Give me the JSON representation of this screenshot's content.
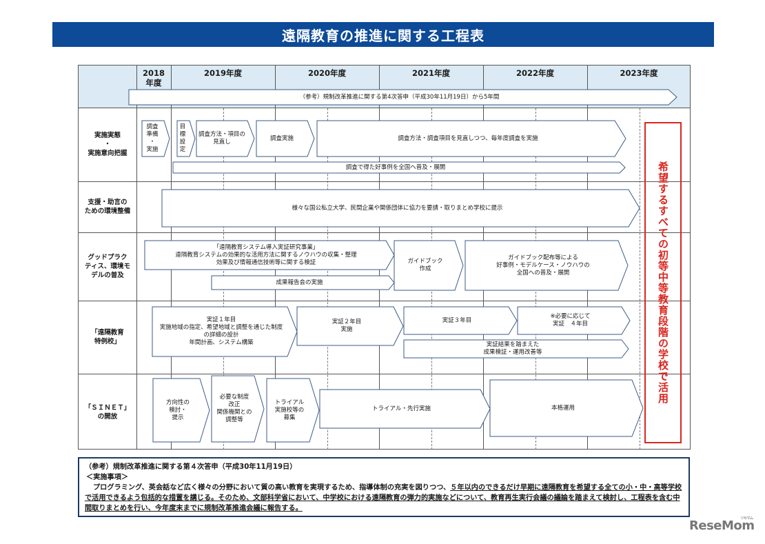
{
  "title": "遠隔教育の推進に関する工程表",
  "years": [
    "2018\n年度",
    "2019年度",
    "2020年度",
    "2021年度",
    "2022年度",
    "2023年度"
  ],
  "reference_banner": "（参考）規制改革推進に関する第4次答申（平成30年11月19日）から5年間",
  "rows": [
    "実施実態\n・\n実施意向把握",
    "支援・助言の\nための環境整備",
    "グッドプラク\nティス、環境モ\nデルの普及",
    "「遠隔教育\n特例校」",
    "「ＳＩＮＥＴ」\nの開放"
  ],
  "arrows": {
    "r1_a": "調査\n準備\n・\n実施",
    "r1_b": "目\n標\n設\n定",
    "r1_c": "調査方法・項目の\n見直し",
    "r1_d": "調査実施",
    "r1_e": "調査方法・調査項目を見直しつつ、毎年度調査を実施",
    "r1_f": "調査で得た好事例を全国へ普及・展開",
    "r2_a": "様々な国公私立大学、民間企業や関係団体に協力を要請・取りまとめ学校に提示",
    "r3_a": "「遠隔教育システム導入実証研究事業」\n遠隔教育システムの効果的な活用方法に関するノウハウの収集・整理\n効果及び情報通信技術等に関する検証",
    "r3_b": "ガイドブック\n作成",
    "r3_c": "ガイドブック配布等による\n好事例・モデルケース・ノウハウの\n全国への普及・展開",
    "r3_d": "成果報告会の実施",
    "r4_a": "実証１年目\n実施地域の指定、希望地域と調整を通じた制度\nの詳細の設計\n年間計画、システム構築",
    "r4_b": "実証２年目\n実施",
    "r4_c": "実証３年目",
    "r4_d": "※必要に応じて\n実証　４年目",
    "r4_e": "実証結果を踏まえた\n成果検証・運用改善等",
    "r5_a": "方向性の\n検討・\n提示",
    "r5_b": "必要な制度\n改正\n関係機関との\n調整等",
    "r5_c": "トライアル\n実施校等の\n募集",
    "r5_d": "トライアル・先行実施",
    "r5_e": "本格運用"
  },
  "red_box_text": "希望するすべての初等中等教育段階の学校で活用",
  "note": {
    "heading": "（参考）規制改革推進に関する第４次答申（平成30年11月19日）",
    "subheading": "＜実施事項＞",
    "body_plain_1": "プログラミング、英会話など広く様々の分野において質の高い教育を実現するため、指導体制の充実を図りつつ、",
    "body_underlined": "５年以内のできるだけ早期に遠隔教育を希望する全ての小・中・高等学校で活用できるよう包括的な措置を講じる。そのため、文部科学省において、中学校における遠隔教育の弾力的実施などについて、教育再生実行会議の議論を踏まえて検討し、工程表を含む中間取りまとめを行い、今年度末までに規制改革推進会議に報告する。"
  },
  "logo": "ReseMom",
  "logo_small": "リセマム",
  "colors": {
    "title_bg": "#0d4a98",
    "header_bg": "#dbeaf4",
    "red": "#d8261f",
    "note_border": "#1f3864"
  }
}
